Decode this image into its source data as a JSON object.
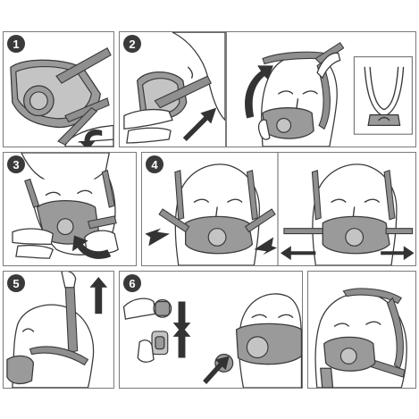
{
  "steps": [
    {
      "number": "1"
    },
    {
      "number": "2"
    },
    {
      "number": "3"
    },
    {
      "number": "4"
    },
    {
      "number": "5"
    },
    {
      "number": "6"
    }
  ],
  "colors": {
    "outline": "#3a3a3a",
    "mask_dark": "#9a9a9a",
    "mask_light": "#c4c4c4",
    "arrow": "#333333",
    "badge": "#3a3a3a",
    "panel_border": "#7a7a7a"
  }
}
